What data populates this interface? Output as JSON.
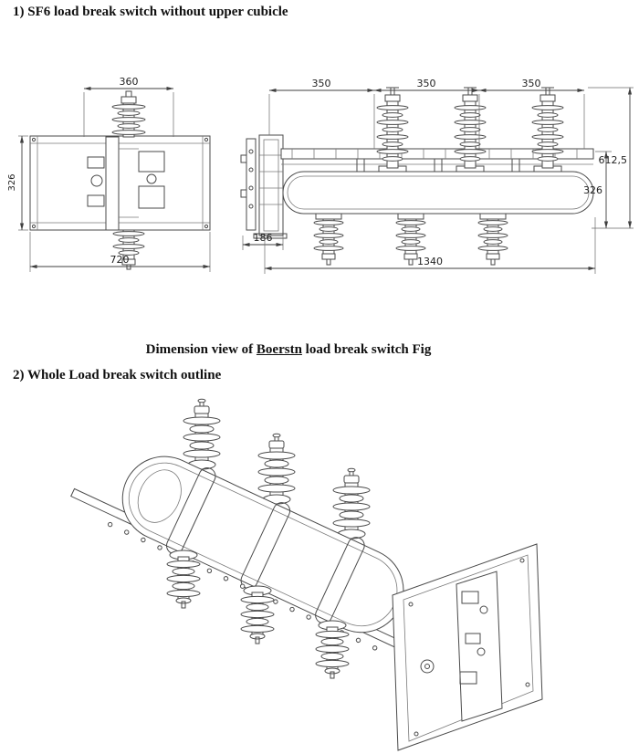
{
  "page": {
    "section1_heading": "1) SF6 load break switch without upper cubicle",
    "section2_heading": "2) Whole Load break switch outline",
    "caption": {
      "prefix": "Dimension view of ",
      "brand": "Boerstn",
      "suffix": " load break switch Fig"
    }
  },
  "figure1": {
    "left_view": {
      "dim_top_width": "360",
      "dim_bottom_width": "720",
      "dim_side_height": "326"
    },
    "right_view": {
      "dim_phase_spacing": [
        "350",
        "350",
        "350"
      ],
      "dim_total_height": "612,5",
      "dim_lower_height": "326",
      "dim_mech_depth": "186",
      "dim_total_width": "1340"
    }
  }
}
